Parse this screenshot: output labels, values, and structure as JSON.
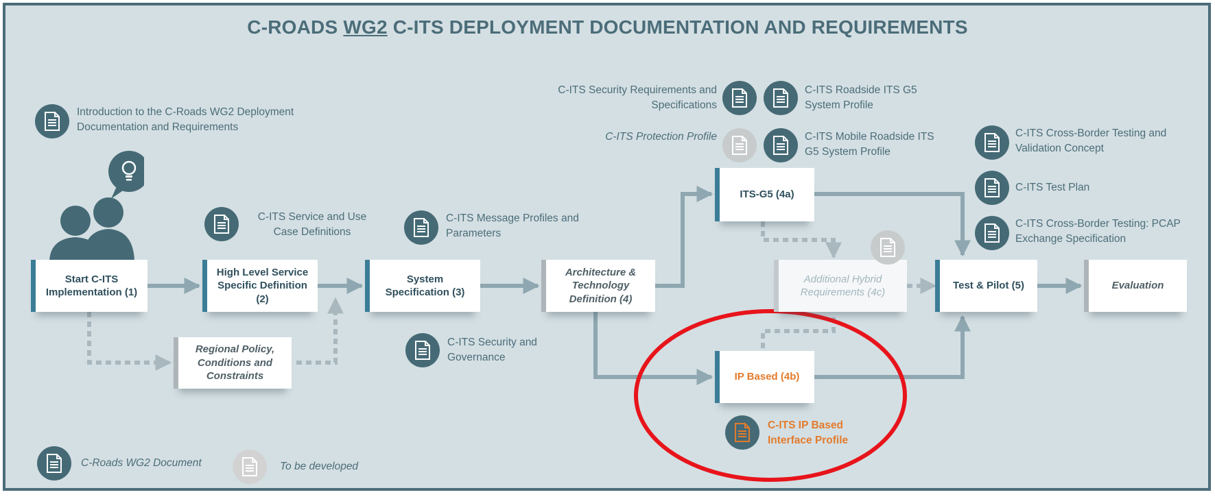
{
  "title": {
    "pre": "C-ROADS ",
    "wg": "WG2",
    "post": " C-ITS DEPLOYMENT DOCUMENTATION AND REQUIREMENTS"
  },
  "steps": {
    "start": "Start C-ITS Implementation (1)",
    "high_level": "High Level Service Specific Definition (2)",
    "regional": "Regional Policy, Conditions and Constraints",
    "system_spec": "System Specification (3)",
    "architecture": "Architecture & Technology Definition (4)",
    "its_g5": "ITS-G5 (4a)",
    "hybrid": "Additional Hybrid Requirements (4c)",
    "ip_based": "IP Based (4b)",
    "test_pilot": "Test & Pilot (5)",
    "evaluation": "Evaluation"
  },
  "documents": {
    "intro": "Introduction to the C-Roads WG2 Deployment Documentation and Requirements",
    "service_use_case": "C-ITS Service and Use Case Definitions",
    "message_profiles": "C-ITS Message Profiles and Parameters",
    "security_governance": "C-ITS Security and Governance",
    "security_requirements": "C-ITS Security Requirements and Specifications",
    "roadside_g5": "C-ITS Roadside ITS G5 System Profile",
    "protection_profile": "C-ITS Protection Profile",
    "mobile_roadside_g5": "C-ITS Mobile Roadside ITS G5 System Profile",
    "cross_border_validation": "C-ITS Cross-Border Testing and Validation Concept",
    "test_plan": "C-ITS Test Plan",
    "pcap": "C-ITS Cross-Border Testing: PCAP Exchange Specification",
    "ip_interface": "C-ITS IP Based Interface Profile"
  },
  "legend": {
    "wg2_document": "C-Roads WG2 Document",
    "to_be_developed": "To be developed"
  },
  "icons": {
    "document": "document-icon",
    "people": "people-icon",
    "idea": "lightbulb-icon"
  },
  "colors": {
    "background": "#d4dfe3",
    "frame": "#4b6d79",
    "accent_blue": "#3b7d97",
    "doc_circle": "#456a76",
    "pending_circle": "#c8cbcc",
    "arrow": "#8fa7b0",
    "highlight": "#e37b2c",
    "annotation_circle": "#e8141b"
  }
}
